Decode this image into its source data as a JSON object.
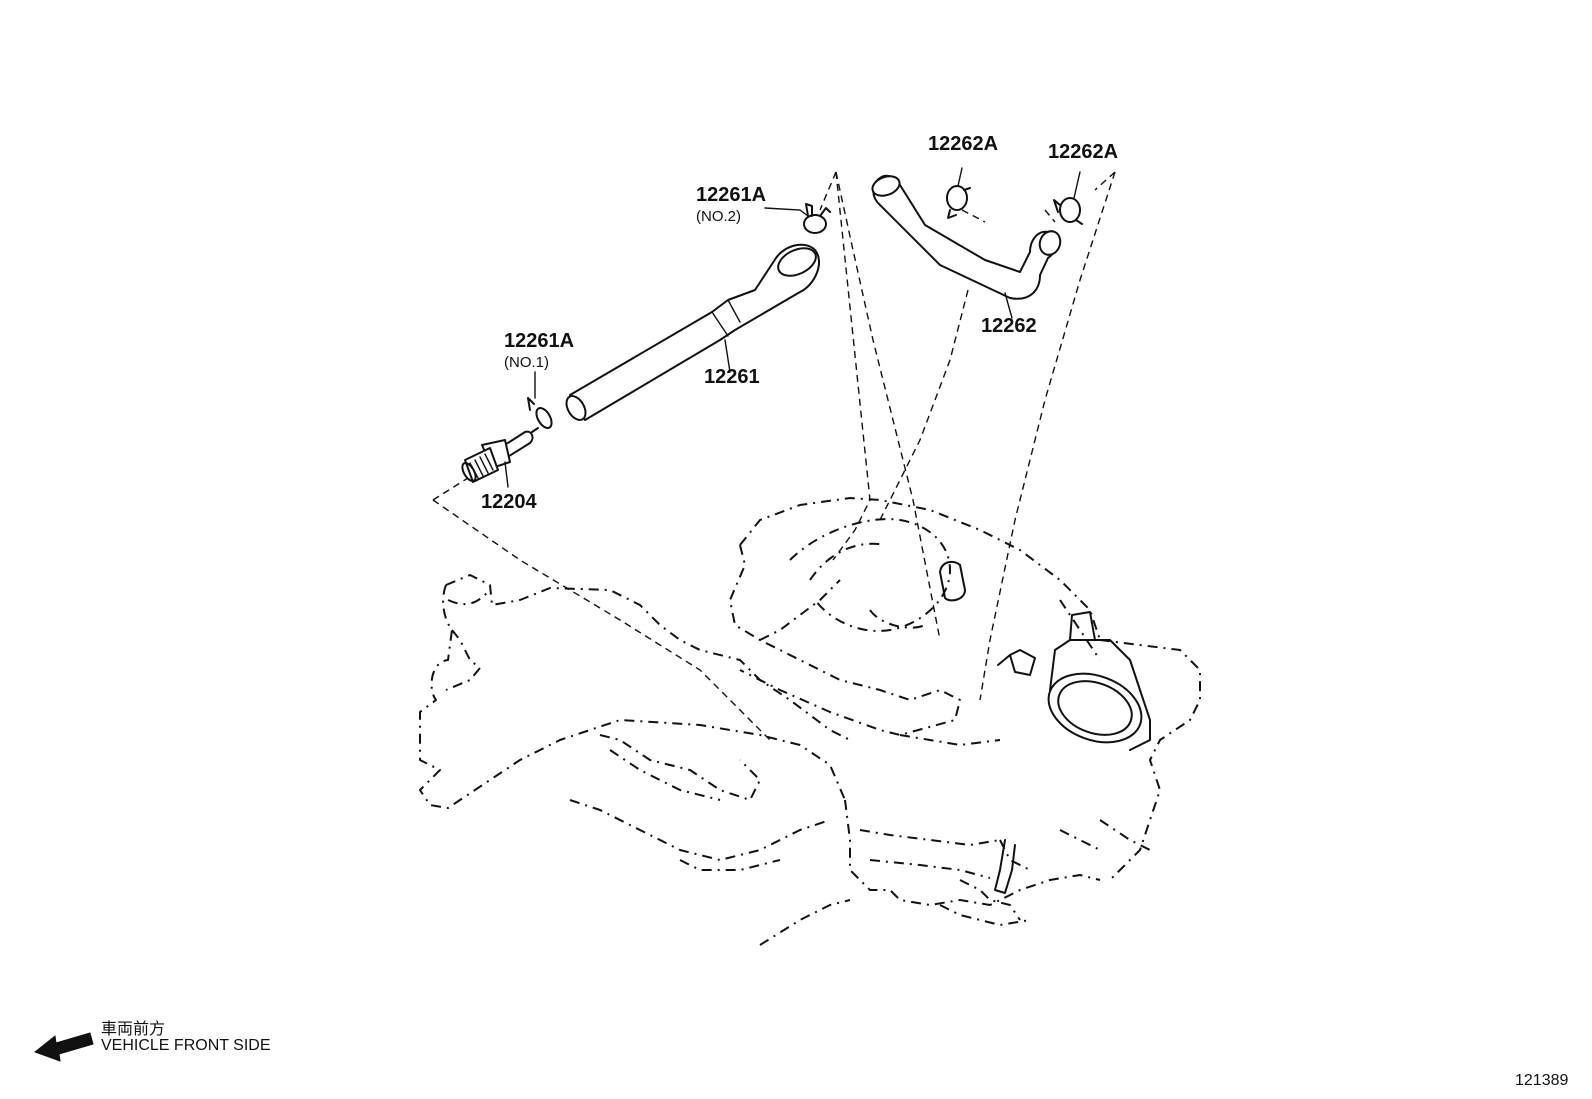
{
  "parts": {
    "p12261A_no2": {
      "number": "12261A",
      "note": "(NO.2)"
    },
    "p12261A_no1": {
      "number": "12261A",
      "note": "(NO.1)"
    },
    "p12261": {
      "number": "12261"
    },
    "p12204": {
      "number": "12204"
    },
    "p12262A_left": {
      "number": "12262A"
    },
    "p12262A_right": {
      "number": "12262A"
    },
    "p12262": {
      "number": "12262"
    }
  },
  "orientation": {
    "japanese": "車両前方",
    "english": "VEHICLE FRONT SIDE",
    "icon": "arrow-left-icon"
  },
  "figure_number": "121389"
}
